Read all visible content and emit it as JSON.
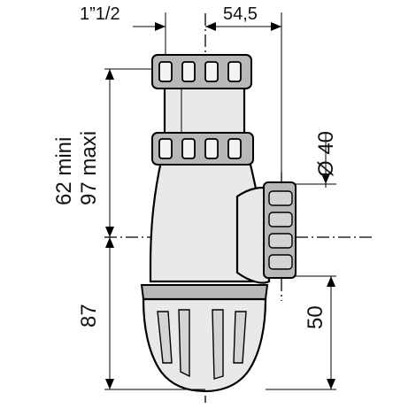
{
  "dimensions": {
    "top_thread": "1”1/2",
    "horizontal_offset": "54,5",
    "outlet_diameter": "Ø 40",
    "height_range_min": "62 mini",
    "height_range_max": "97 maxi",
    "lower_height": "87",
    "outlet_height": "50"
  },
  "colors": {
    "line": "#000000",
    "body": "#e9e9e9",
    "nut": "#b8b8b8"
  }
}
